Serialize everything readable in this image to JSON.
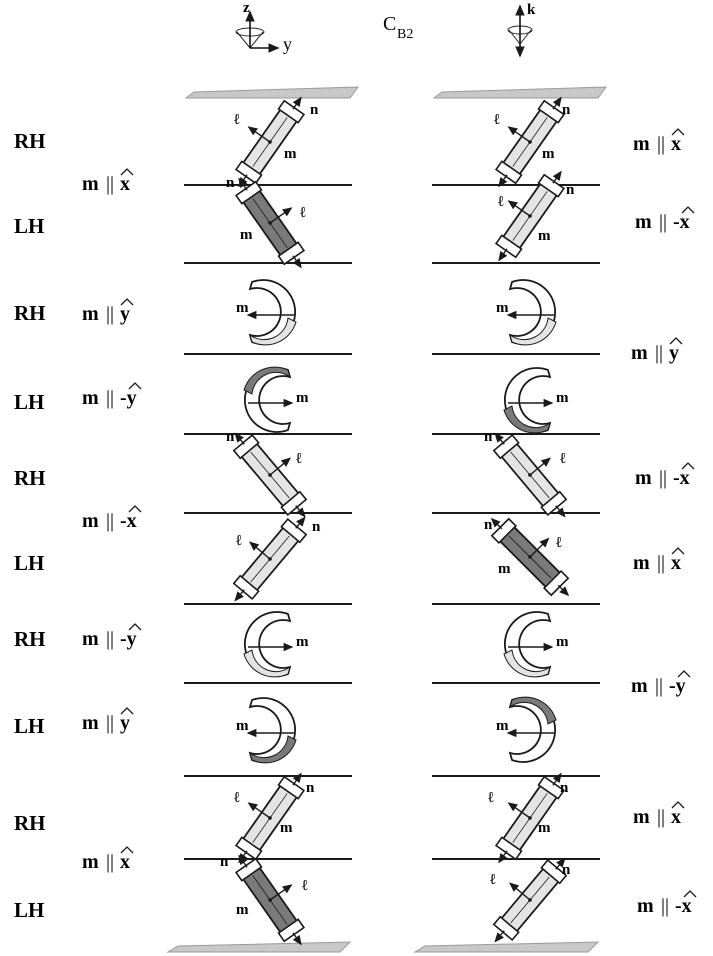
{
  "header": {
    "title_main": "C",
    "title_sub": "B2",
    "axis_z": "z",
    "axis_y": "y",
    "axis_k": "k"
  },
  "hand_labels": [
    "RH",
    "LH",
    "RH",
    "LH",
    "RH",
    "LH",
    "RH",
    "LH",
    "RH",
    "LH"
  ],
  "left_conditions": [
    {
      "m": "m",
      "bars": "||",
      "sign": "",
      "axis": "x"
    },
    {
      "m": "m",
      "bars": "||",
      "sign": "",
      "axis": "y"
    },
    {
      "m": "m",
      "bars": "||",
      "sign": "-",
      "axis": "y"
    },
    {
      "m": "m",
      "bars": "||",
      "sign": "-",
      "axis": "x"
    },
    {
      "m": "m",
      "bars": "||",
      "sign": "-",
      "axis": "y"
    },
    {
      "m": "m",
      "bars": "||",
      "sign": "",
      "axis": "y"
    },
    {
      "m": "m",
      "bars": "||",
      "sign": "",
      "axis": "x"
    }
  ],
  "right_conditions": [
    {
      "m": "m",
      "bars": "||",
      "sign": "",
      "axis": "x"
    },
    {
      "m": "m",
      "bars": "||",
      "sign": "-",
      "axis": "x"
    },
    {
      "m": "m",
      "bars": "||",
      "sign": "",
      "axis": "y"
    },
    {
      "m": "m",
      "bars": "||",
      "sign": "-",
      "axis": "x"
    },
    {
      "m": "m",
      "bars": "||",
      "sign": "",
      "axis": "x"
    },
    {
      "m": "m",
      "bars": "||",
      "sign": "-",
      "axis": "y"
    },
    {
      "m": "m",
      "bars": "||",
      "sign": "",
      "axis": "x"
    },
    {
      "m": "m",
      "bars": "||",
      "sign": "-",
      "axis": "x"
    }
  ],
  "vector_labels": {
    "m": "m",
    "n": "n",
    "l": "ℓ"
  },
  "colors": {
    "light_fill": "#e4e4e4",
    "dark_fill": "#7a7a7a",
    "plate": "#c8c8c8",
    "ink": "#1a1a1a"
  }
}
